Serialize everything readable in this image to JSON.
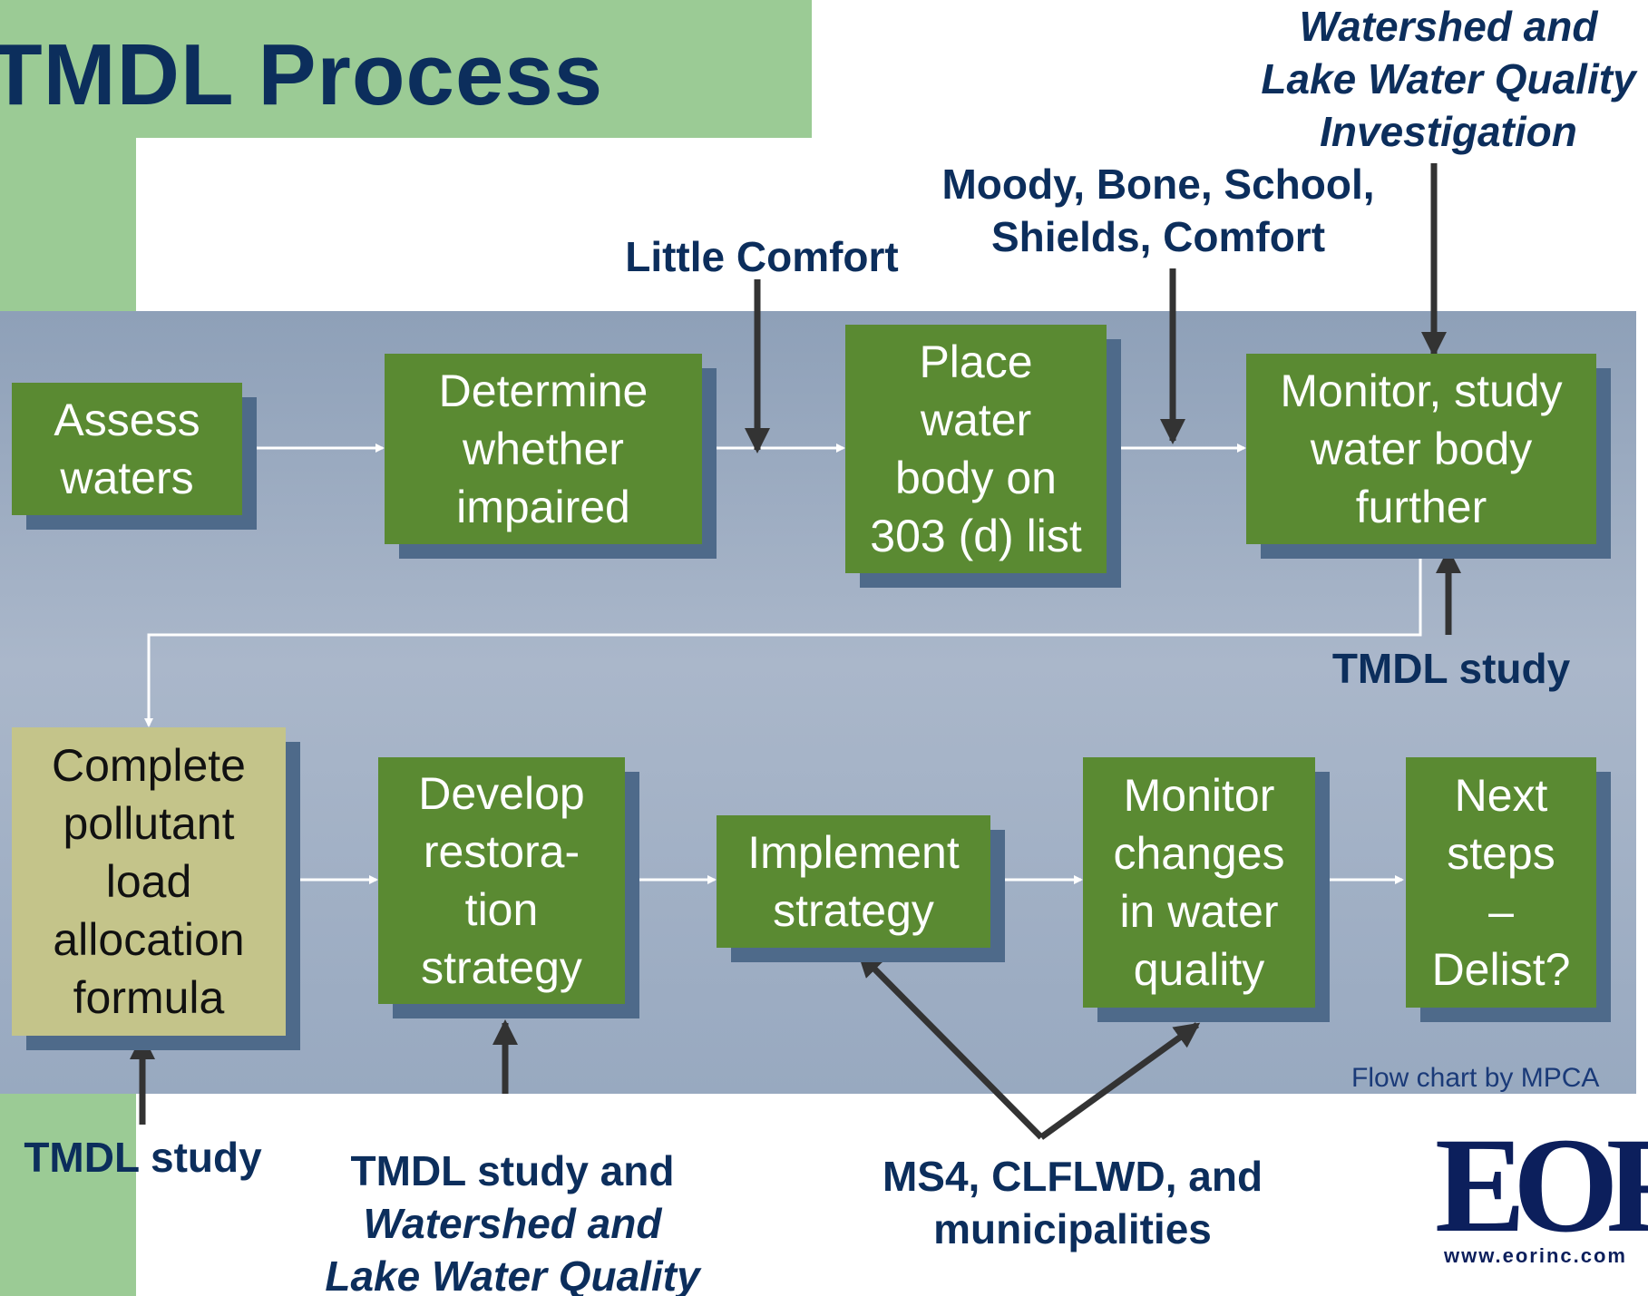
{
  "title": "TMDL Process",
  "boxes": {
    "assess": "Assess\nwaters",
    "determine": "Determine\nwhether\nimpaired",
    "place": "Place\nwater\nbody on\n303 (d) list",
    "monitor_study": "Monitor, study\nwater body\nfurther",
    "complete": "Complete\npollutant\nload\nallocation\nformula",
    "develop": "Develop\nrestora-\ntion\nstrategy",
    "implement": "Implement\nstrategy",
    "monitor_changes": "Monitor\nchanges\nin water\nquality",
    "next": "Next\nsteps\n–\nDelist?"
  },
  "labels": {
    "watershed_top": "Watershed and\nLake Water Quality\nInvestigation",
    "moody": "Moody, Bone, School,\nShields, Comfort",
    "little_comfort": "Little Comfort",
    "tmdl_study_right": "TMDL study",
    "tmdl_study_left": "TMDL study",
    "tmdl_and_prefix": "TMDL study and",
    "tmdl_and_italic": "Watershed and\nLake Water Quality\nInvestigation",
    "ms4": "MS4, CLFLWD, and\nmunicipalities"
  },
  "credit": "Flow chart by MPCA",
  "logo": {
    "mark": "EOR",
    "url": "www.eorinc.com"
  },
  "colors": {
    "box_green": "#5a8a32",
    "box_tan": "#c4c48a",
    "label_navy": "#0c2e5c",
    "header_green": "#9bcb95",
    "panel_blue": "#9aabc2"
  }
}
